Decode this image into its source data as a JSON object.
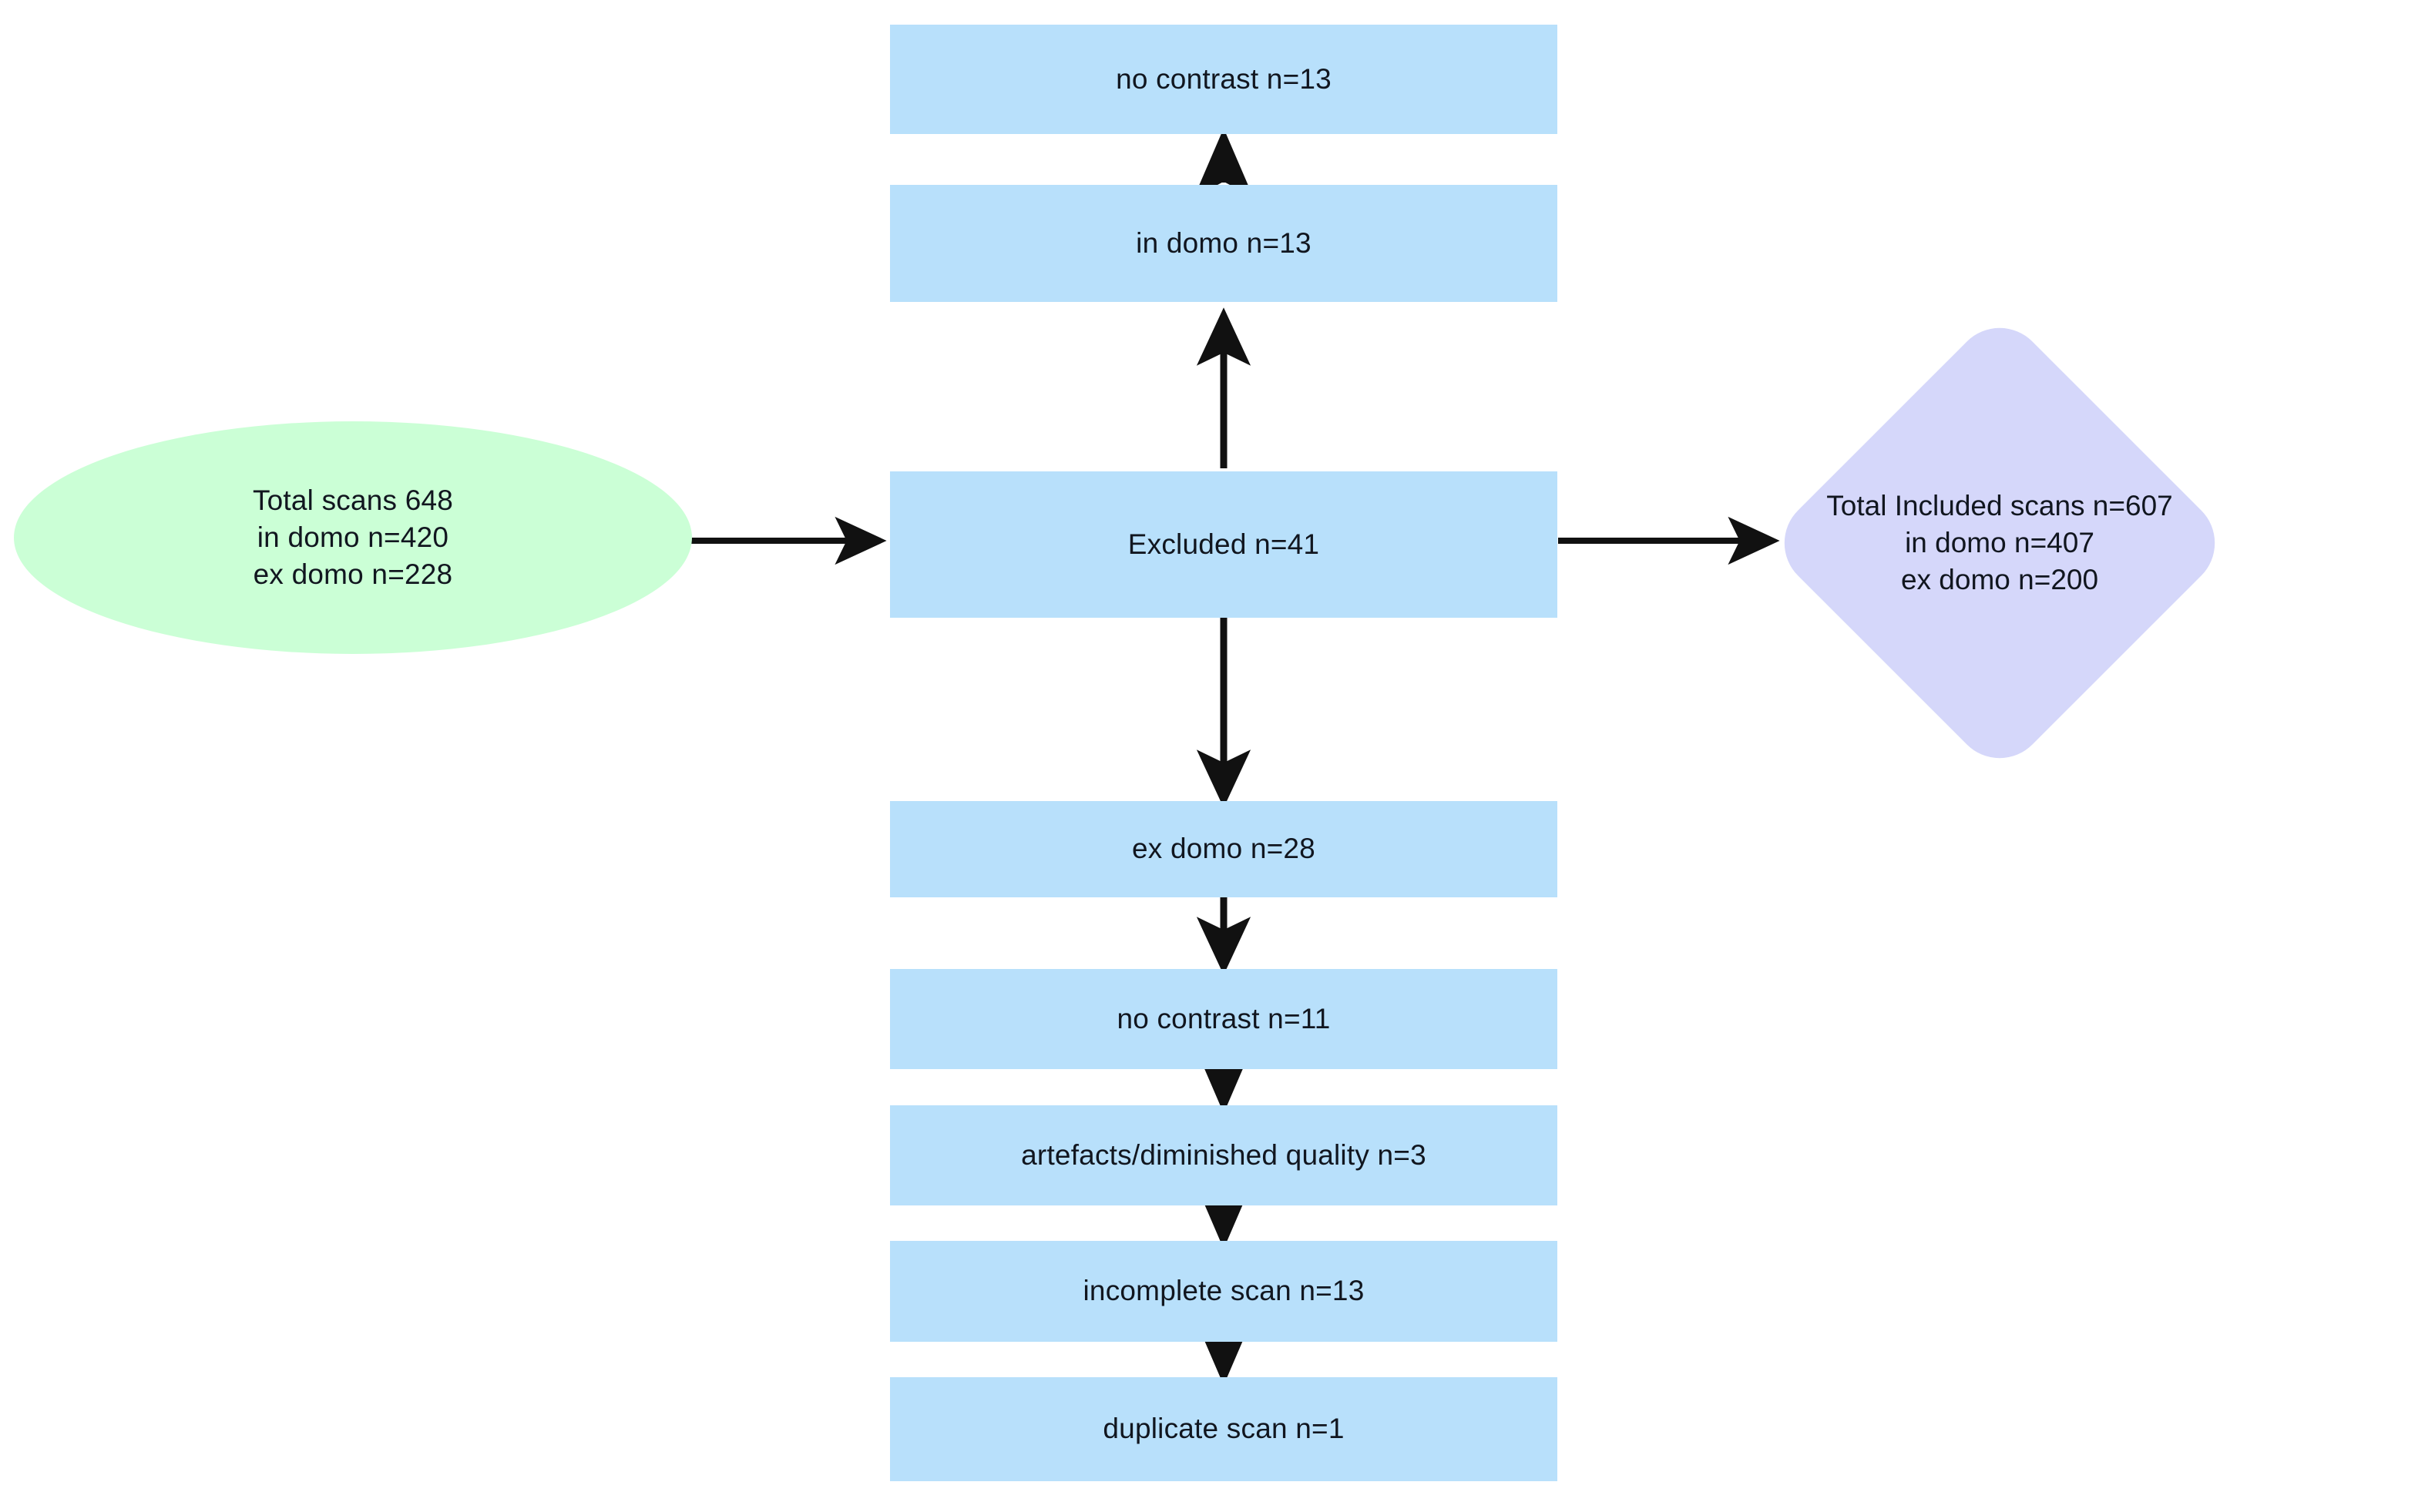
{
  "diagram": {
    "type": "flowchart",
    "title": "Scan inclusion/exclusion flowchart",
    "colors": {
      "box_fill": "#b8e0fb",
      "start_fill": "#cbffd6",
      "end_fill": "#d5d7fa",
      "edge": "#111111",
      "text": "#11161f",
      "background": "#ffffff"
    },
    "nodes": {
      "start": {
        "shape": "ellipse",
        "label": "Total scans 648\nin domo  n=420\nex domo n=228",
        "lines": [
          "Total scans 648",
          "in domo  n=420",
          "ex domo n=228"
        ]
      },
      "excluded": {
        "shape": "rectangle",
        "label": "Excluded n=41"
      },
      "end": {
        "shape": "diamond",
        "label": "Total Included scans n=607\nin domo n=407\nex domo n=200",
        "lines": [
          "Total Included scans n=607",
          "in domo n=407",
          "ex domo n=200"
        ]
      },
      "in_domo": {
        "shape": "rectangle",
        "label": "in domo n=13"
      },
      "no_contrast_top": {
        "shape": "rectangle",
        "label": "no contrast n=13"
      },
      "ex_domo": {
        "shape": "rectangle",
        "label": "ex domo n=28"
      },
      "no_contrast_bottom": {
        "shape": "rectangle",
        "label": "no contrast n=11"
      },
      "artefacts": {
        "shape": "rectangle",
        "label": "artefacts/diminished quality n=3"
      },
      "incomplete": {
        "shape": "rectangle",
        "label": "incomplete scan n=13"
      },
      "duplicate": {
        "shape": "rectangle",
        "label": "duplicate scan n=1"
      }
    },
    "edges": [
      {
        "from": "start",
        "to": "excluded",
        "direction": "right"
      },
      {
        "from": "excluded",
        "to": "end",
        "direction": "right"
      },
      {
        "from": "excluded",
        "to": "in_domo",
        "direction": "up"
      },
      {
        "from": "in_domo",
        "to": "no_contrast_top",
        "direction": "up"
      },
      {
        "from": "excluded",
        "to": "ex_domo",
        "direction": "down"
      },
      {
        "from": "ex_domo",
        "to": "no_contrast_bottom",
        "direction": "down"
      },
      {
        "from": "no_contrast_bottom",
        "to": "artefacts",
        "direction": "down"
      },
      {
        "from": "artefacts",
        "to": "incomplete",
        "direction": "down"
      },
      {
        "from": "incomplete",
        "to": "duplicate",
        "direction": "down"
      }
    ]
  }
}
